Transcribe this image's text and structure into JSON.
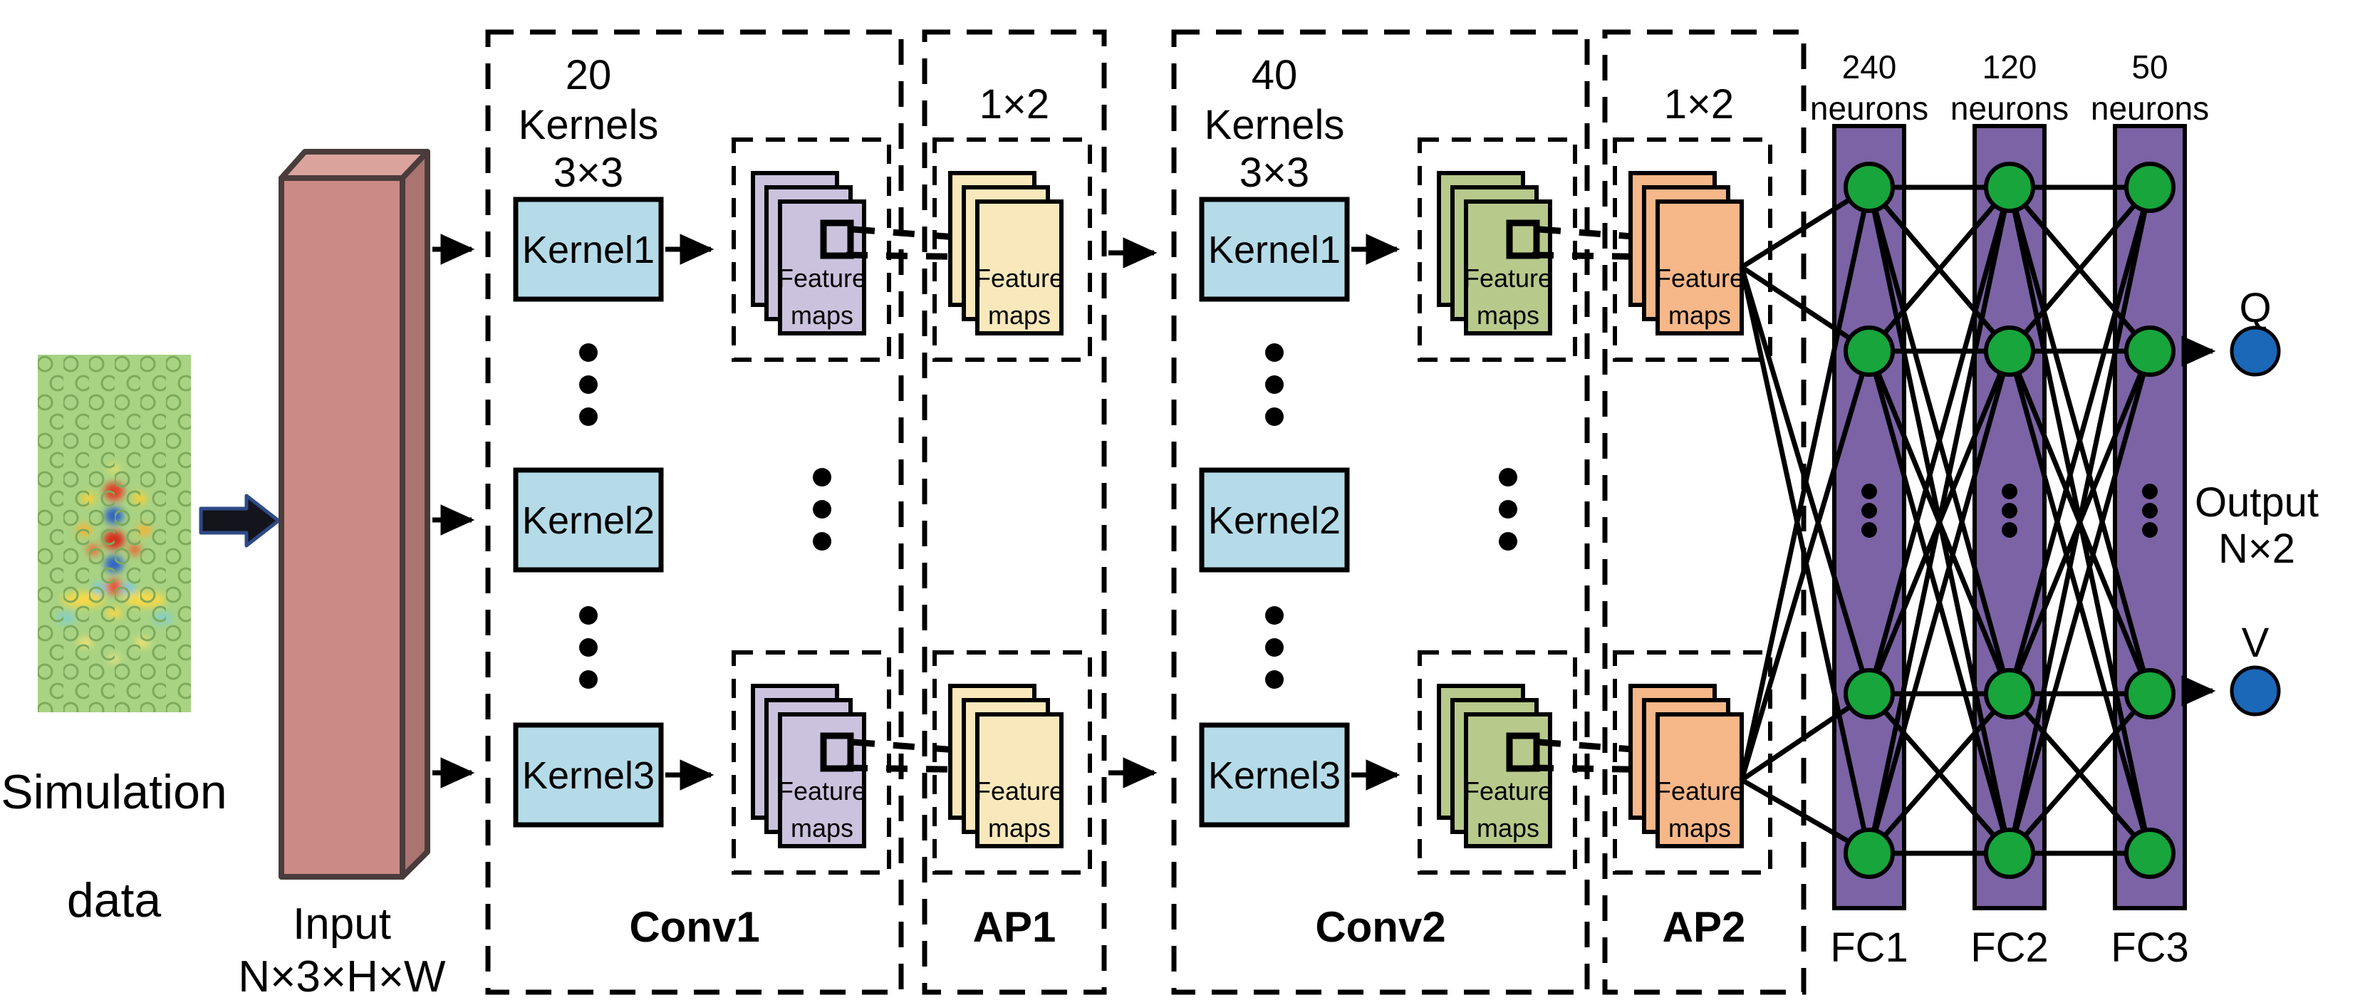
{
  "figure": {
    "simulation": {
      "line1": "Simulation",
      "line2": "data"
    },
    "input": {
      "line1": "Input",
      "line2": "N×3×H×W"
    },
    "conv1": {
      "kernel_count": "20",
      "kernel_word": "Kernels",
      "kernel_size": "3×3",
      "kernel1": "Kernel1",
      "kernel2": "Kernel2",
      "kernel3": "Kernel3",
      "label": "Conv1"
    },
    "ap1": {
      "pool_size": "1×2",
      "label": "AP1"
    },
    "conv2": {
      "kernel_count": "40",
      "kernel_word": "Kernels",
      "kernel_size": "3×3",
      "kernel1": "Kernel1",
      "kernel2": "Kernel2",
      "kernel3": "Kernel3",
      "label": "Conv2"
    },
    "ap2": {
      "pool_size": "1×2",
      "label": "AP2"
    },
    "feature_maps": {
      "line1": "Feature",
      "line2": "maps"
    },
    "fc1": {
      "count": "240",
      "unit": "neurons",
      "label": "FC1"
    },
    "fc2": {
      "count": "120",
      "unit": "neurons",
      "label": "FC2"
    },
    "fc3": {
      "count": "50",
      "unit": "neurons",
      "label": "FC3"
    },
    "output": {
      "q": "Q",
      "v": "V",
      "line1": "Output",
      "line2": "N×2"
    }
  },
  "colors": {
    "kernel_fill": "#b5dbe8",
    "feature_map_conv1": "#cbc2de",
    "feature_map_ap1": "#f8e8bb",
    "feature_map_conv2": "#b7c98b",
    "feature_map_ap2": "#f6b789",
    "fc_bar": "#7b63a5",
    "neuron": "#17a53c",
    "output_node": "#1b67b8",
    "input_front": "#cb8a84",
    "input_top": "#daa49d",
    "input_side": "#aa7470",
    "simulation_background": "#a8d383",
    "block_arrow_border": "#2e4a86"
  }
}
